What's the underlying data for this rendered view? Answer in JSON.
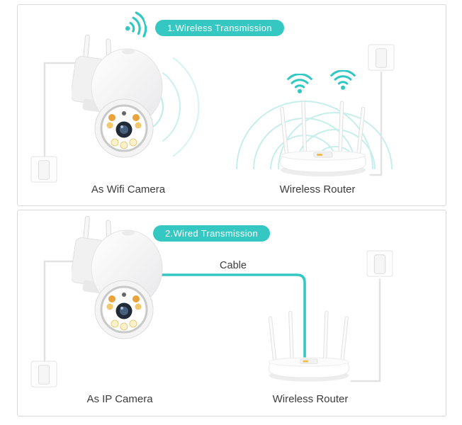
{
  "colors": {
    "accent_teal": "#35c8c3",
    "wave_teal_light": "#bdebe6",
    "label_text": "#3c3c3c",
    "panel_border": "#d9d9d9",
    "device_white": "#ffffff",
    "led_amber": "#eaa23b",
    "lens_dark": "#202b37"
  },
  "icons": {
    "wifi": "teal-arcs-with-dot",
    "wall_outlet": "square-with-plug",
    "power_cord": "thin-gray-line",
    "ethernet_cable": "teal-rounded-line"
  },
  "panel_wireless": {
    "badge": "1.Wireless Transmission",
    "camera_label": "As Wifi Camera",
    "router_label": "Wireless Router"
  },
  "panel_wired": {
    "badge": "2.Wired Transmission",
    "cable_label": "Cable",
    "camera_label": "As IP Camera",
    "router_label": "Wireless Router"
  }
}
